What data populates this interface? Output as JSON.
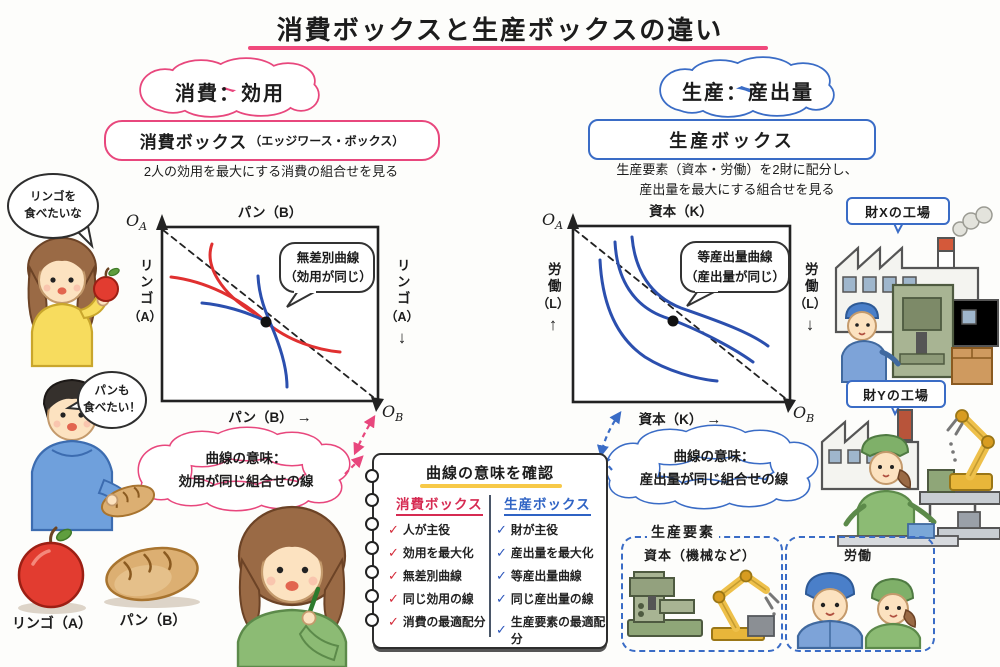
{
  "glyphs": {
    "arrow_right": "→",
    "arrow_up": "↑",
    "arrow_down": "↓",
    "check": "✓"
  },
  "title": "消費ボックスと生産ボックスの違い",
  "consumption": {
    "tag": "消費：効用",
    "box_title": "消費ボックス",
    "box_note": "（エッジワース・ボックス）",
    "description": "2人の効用を最大にする消費の組合せを見る",
    "graph": {
      "top_label": "パン（B）",
      "bottom_label": "パン（B）",
      "left_label": "リンゴ",
      "left_label_unit": "（A）",
      "right_label": "リンゴ",
      "right_label_unit": "（A）",
      "origin_top": "O",
      "origin_top_sub": "A",
      "origin_bottom": "O",
      "origin_bottom_sub": "B",
      "bubble": "無差別曲線\n（効用が同じ）"
    },
    "cloud": "曲線の意味：\n効用が同じ組合せの線",
    "speech_woman": "リンゴを\n食べたいな",
    "speech_boy": "パンも\n食べたい！",
    "apple_label": "リンゴ（A）",
    "bread_label": "パン（B）"
  },
  "production": {
    "tag": "生産：産出量",
    "box_title": "生産ボックス",
    "description": "生産要素（資本・労働）を2財に配分し、\n産出量を最大にする組合せを見る",
    "graph": {
      "top_label": "資本（K）",
      "bottom_label": "資本（K）",
      "left_label": "労働",
      "left_label_unit": "（L）",
      "right_label": "労働",
      "right_label_unit": "（L）",
      "origin_top": "O",
      "origin_top_sub": "A",
      "origin_bottom": "O",
      "origin_bottom_sub": "B",
      "bubble": "等産出量曲線\n（産出量が同じ）"
    },
    "cloud": "曲線の意味：\n産出量が同じ組合せの線",
    "factory_x": "財Xの工場",
    "factory_y": "財Yの工場",
    "factors": {
      "title": "生産要素",
      "capital": "資本（機械など）",
      "labor": "労働"
    }
  },
  "notebook": {
    "title": "曲線の意味を確認",
    "left_header": "消費ボックス",
    "right_header": "生産ボックス",
    "left_items": [
      "人が主役",
      "効用を最大化",
      "無差別曲線",
      "同じ効用の線",
      "消費の最適配分"
    ],
    "right_items": [
      "財が主役",
      "産出量を最大化",
      "等産出量曲線",
      "同じ産出量の線",
      "生産要素の最適配分"
    ]
  },
  "colors": {
    "pink_accent": "#e8477d",
    "blue_accent": "#3a6cc6",
    "red_curve": "#e03030",
    "blue_curve": "#2b4fae",
    "notebook_underline": "#f7c948"
  }
}
